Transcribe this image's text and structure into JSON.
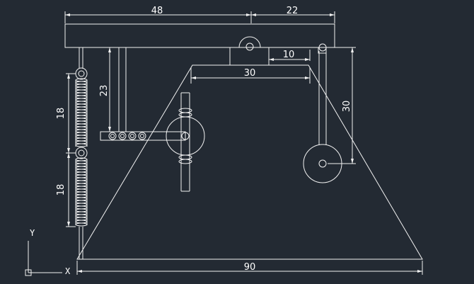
{
  "dimensions": {
    "top_left": "48",
    "top_right": "22",
    "slot": "10",
    "arm": "30",
    "rod": "23",
    "spring_upper": "18",
    "spring_lower": "18",
    "pendulum": "30",
    "base": "90"
  },
  "ucs": {
    "y_label": "Y",
    "x_label": "X"
  },
  "colors": {
    "background": "#232a33",
    "stroke": "#f2f2f2",
    "text": "#ffffff"
  }
}
